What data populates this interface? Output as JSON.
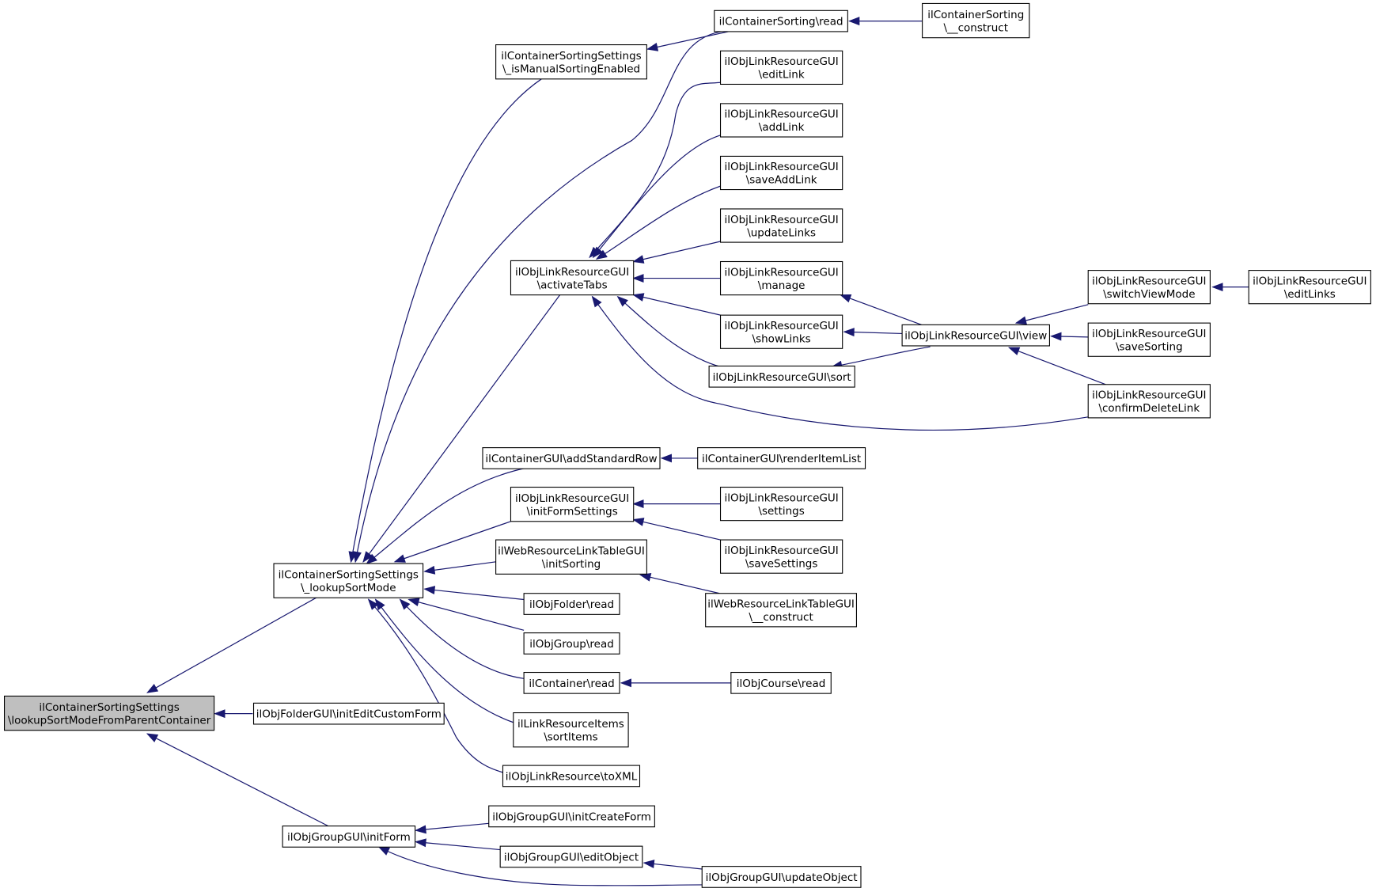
{
  "diagram": {
    "type": "call-graph",
    "colors": {
      "edge": "#191970",
      "root_fill": "#bfbfbf",
      "node_fill": "#ffffff",
      "node_border": "#000000"
    },
    "nodes": [
      {
        "id": "root",
        "label": "ilContainerSortingSettings\n\\lookupSortModeFromParentContainer",
        "root": true
      },
      {
        "id": "lsm",
        "label": "ilContainerSortingSettings\n\\_lookupSortMode"
      },
      {
        "id": "ofgui_icf",
        "label": "ilObjFolderGUI\\initEditCustomForm"
      },
      {
        "id": "ogui_if",
        "label": "ilObjGroupGUI\\initForm"
      },
      {
        "id": "ism",
        "label": "ilContainerSortingSettings\n\\_isManualSortingEnabled"
      },
      {
        "id": "cs_read",
        "label": "ilContainerSorting\\read"
      },
      {
        "id": "cs_construct",
        "label": "ilContainerSorting\n\\__construct"
      },
      {
        "id": "at",
        "label": "ilObjLinkResourceGUI\n\\activateTabs"
      },
      {
        "id": "el",
        "label": "ilObjLinkResourceGUI\n\\editLink"
      },
      {
        "id": "al",
        "label": "ilObjLinkResourceGUI\n\\addLink"
      },
      {
        "id": "sal",
        "label": "ilObjLinkResourceGUI\n\\saveAddLink"
      },
      {
        "id": "ul",
        "label": "ilObjLinkResourceGUI\n\\updateLinks"
      },
      {
        "id": "mg",
        "label": "ilObjLinkResourceGUI\n\\manage"
      },
      {
        "id": "sl",
        "label": "ilObjLinkResourceGUI\n\\showLinks"
      },
      {
        "id": "sort",
        "label": "ilObjLinkResourceGUI\\sort"
      },
      {
        "id": "view",
        "label": "ilObjLinkResourceGUI\\view"
      },
      {
        "id": "svm",
        "label": "ilObjLinkResourceGUI\n\\switchViewMode"
      },
      {
        "id": "els",
        "label": "ilObjLinkResourceGUI\n\\editLinks"
      },
      {
        "id": "ss",
        "label": "ilObjLinkResourceGUI\n\\saveSorting"
      },
      {
        "id": "cdl",
        "label": "ilObjLinkResourceGUI\n\\confirmDeleteLink"
      },
      {
        "id": "asr",
        "label": "ilContainerGUI\\addStandardRow"
      },
      {
        "id": "ril",
        "label": "ilContainerGUI\\renderItemList"
      },
      {
        "id": "ifs",
        "label": "ilObjLinkResourceGUI\n\\initFormSettings"
      },
      {
        "id": "set",
        "label": "ilObjLinkResourceGUI\n\\settings"
      },
      {
        "id": "sset",
        "label": "ilObjLinkResourceGUI\n\\saveSettings"
      },
      {
        "id": "wis",
        "label": "ilWebResourceLinkTableGUI\n\\initSorting"
      },
      {
        "id": "wcon",
        "label": "ilWebResourceLinkTableGUI\n\\__construct"
      },
      {
        "id": "of_read",
        "label": "ilObjFolder\\read"
      },
      {
        "id": "og_read",
        "label": "ilObjGroup\\read"
      },
      {
        "id": "c_read",
        "label": "ilContainer\\read"
      },
      {
        "id": "oc_read",
        "label": "ilObjCourse\\read"
      },
      {
        "id": "lri",
        "label": "ilLinkResourceItems\n\\sortItems"
      },
      {
        "id": "xml",
        "label": "ilObjLinkResource\\toXML"
      },
      {
        "id": "icf",
        "label": "ilObjGroupGUI\\initCreateForm"
      },
      {
        "id": "eo",
        "label": "ilObjGroupGUI\\editObject"
      },
      {
        "id": "uo",
        "label": "ilObjGroupGUI\\updateObject"
      }
    ],
    "edges": [
      {
        "from": "lsm",
        "to": "root"
      },
      {
        "from": "ofgui_icf",
        "to": "root"
      },
      {
        "from": "ogui_if",
        "to": "root"
      },
      {
        "from": "ism",
        "to": "lsm"
      },
      {
        "from": "cs_read",
        "to": "lsm"
      },
      {
        "from": "at",
        "to": "lsm"
      },
      {
        "from": "asr",
        "to": "lsm"
      },
      {
        "from": "ifs",
        "to": "lsm"
      },
      {
        "from": "wis",
        "to": "lsm"
      },
      {
        "from": "of_read",
        "to": "lsm"
      },
      {
        "from": "og_read",
        "to": "lsm"
      },
      {
        "from": "c_read",
        "to": "lsm"
      },
      {
        "from": "lri",
        "to": "lsm"
      },
      {
        "from": "xml",
        "to": "lsm"
      },
      {
        "from": "cs_read",
        "to": "ism"
      },
      {
        "from": "cs_construct",
        "to": "cs_read"
      },
      {
        "from": "el",
        "to": "at"
      },
      {
        "from": "al",
        "to": "at"
      },
      {
        "from": "sal",
        "to": "at"
      },
      {
        "from": "ul",
        "to": "at"
      },
      {
        "from": "mg",
        "to": "at"
      },
      {
        "from": "sl",
        "to": "at"
      },
      {
        "from": "sort",
        "to": "at"
      },
      {
        "from": "cdl",
        "to": "at"
      },
      {
        "from": "view",
        "to": "mg"
      },
      {
        "from": "view",
        "to": "sl"
      },
      {
        "from": "view",
        "to": "sort"
      },
      {
        "from": "svm",
        "to": "view"
      },
      {
        "from": "ss",
        "to": "view"
      },
      {
        "from": "cdl",
        "to": "view"
      },
      {
        "from": "els",
        "to": "svm"
      },
      {
        "from": "ril",
        "to": "asr"
      },
      {
        "from": "set",
        "to": "ifs"
      },
      {
        "from": "sset",
        "to": "ifs"
      },
      {
        "from": "wcon",
        "to": "wis"
      },
      {
        "from": "oc_read",
        "to": "c_read"
      },
      {
        "from": "icf",
        "to": "ogui_if"
      },
      {
        "from": "eo",
        "to": "ogui_if"
      },
      {
        "from": "uo",
        "to": "ogui_if"
      },
      {
        "from": "uo",
        "to": "eo"
      }
    ]
  }
}
